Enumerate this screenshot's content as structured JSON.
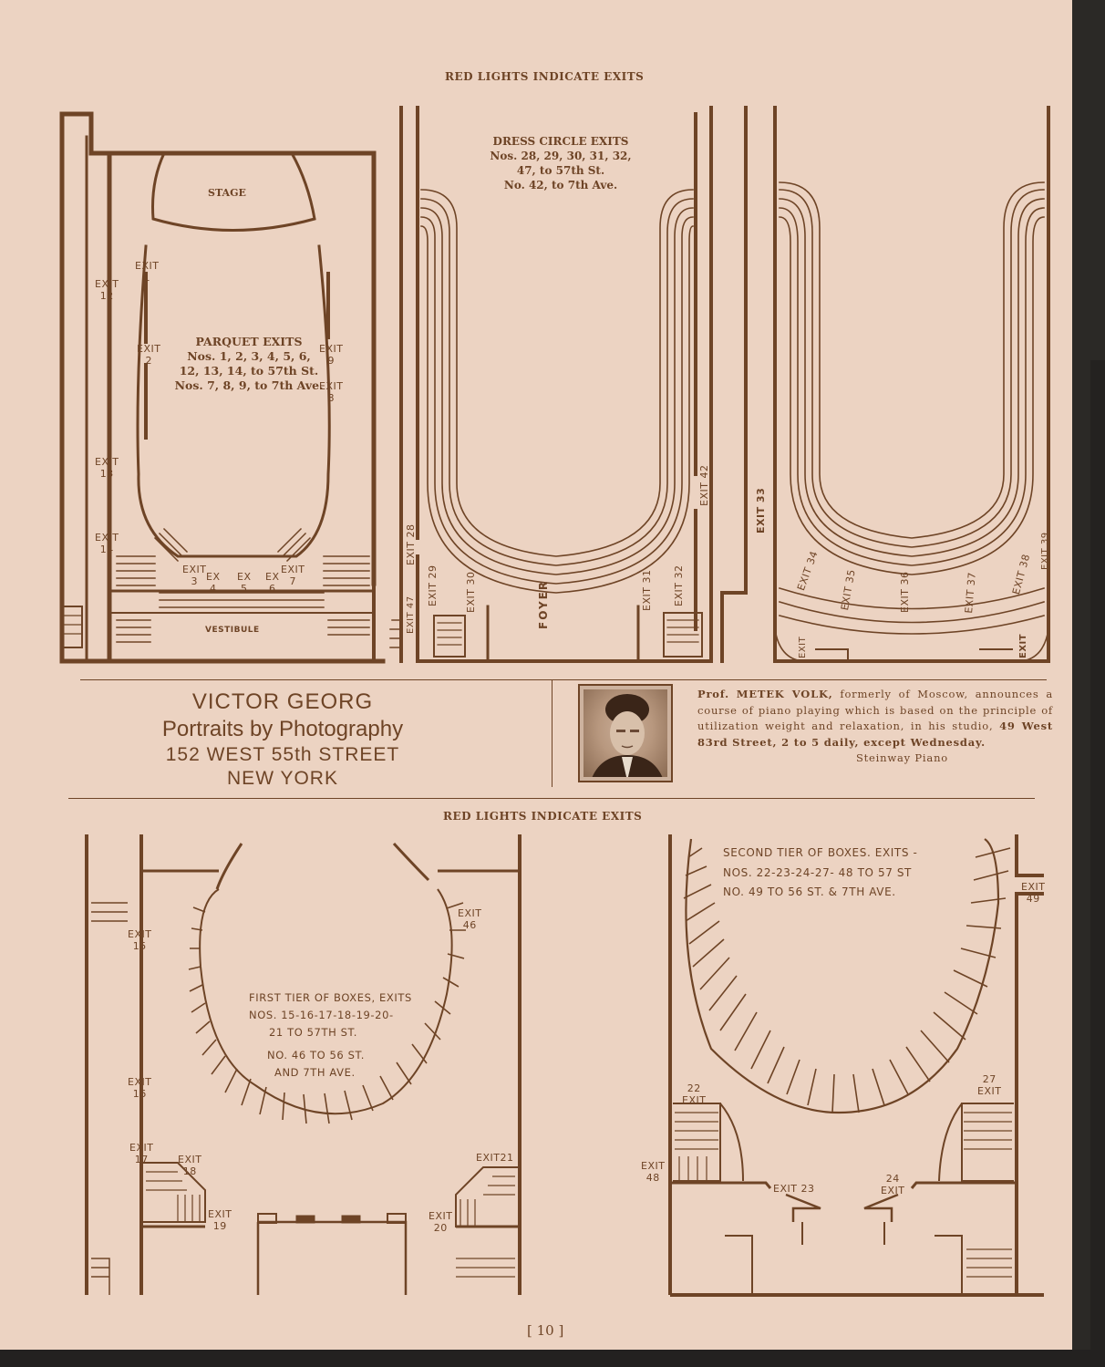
{
  "page": {
    "page_number": "[ 10 ]",
    "colors": {
      "paper": "#ecd3c2",
      "ink": "#6e4426",
      "background": "#2a2826"
    }
  },
  "top_section": {
    "header": "RED LIGHTS INDICATE EXITS",
    "parquet_plan": {
      "stage_label": "STAGE",
      "vestibule_label": "VESTIBULE",
      "title": "PARQUET EXITS",
      "lines": [
        "Nos. 1, 2, 3, 4, 5, 6,",
        "12, 13, 14, to 57th St.",
        "Nos. 7, 8, 9, to 7th Ave."
      ],
      "exits": [
        {
          "label": "EXIT",
          "num": "1"
        },
        {
          "label": "EXIT",
          "num": "2"
        },
        {
          "label": "EXIT",
          "num": "3"
        },
        {
          "label": "EX",
          "num": "4"
        },
        {
          "label": "EX",
          "num": "5"
        },
        {
          "label": "EX",
          "num": "6"
        },
        {
          "label": "EXIT",
          "num": "7"
        },
        {
          "label": "EXIT",
          "num": "8"
        },
        {
          "label": "EXIT",
          "num": "9"
        },
        {
          "label": "EXIT",
          "num": "12"
        },
        {
          "label": "EXIT",
          "num": "13"
        },
        {
          "label": "EXIT",
          "num": "14"
        }
      ]
    },
    "dress_circle_plan": {
      "title": "DRESS CIRCLE EXITS",
      "lines": [
        "Nos. 28, 29, 30, 31, 32,",
        "47, to 57th St.",
        "No. 42, to 7th Ave."
      ],
      "foyer_label": "FOYER",
      "exits": [
        {
          "label": "EXIT",
          "num": "28"
        },
        {
          "label": "EXIT",
          "num": "29"
        },
        {
          "label": "EXIT",
          "num": "30"
        },
        {
          "label": "EXIT",
          "num": "31"
        },
        {
          "label": "EXIT",
          "num": "32"
        },
        {
          "label": "EXIT",
          "num": "42"
        },
        {
          "label": "EXIT",
          "num": "47"
        }
      ]
    },
    "balcony_plan": {
      "exits": [
        {
          "label": "EXIT",
          "num": "33"
        },
        {
          "label": "EXIT",
          "num": "34"
        },
        {
          "label": "EXIT",
          "num": "35"
        },
        {
          "label": "EXIT",
          "num": "36"
        },
        {
          "label": "EXIT",
          "num": "37"
        },
        {
          "label": "EXIT",
          "num": "38"
        },
        {
          "label": "EXIT",
          "num": "39"
        },
        {
          "label": "EXIT",
          "num": ""
        },
        {
          "label": "EXIT",
          "num": ""
        }
      ]
    }
  },
  "ads": {
    "georg": {
      "name": "VICTOR GEORG",
      "tagline": "Portraits by Photography",
      "address": "152 WEST 55th STREET",
      "city": "NEW YORK"
    },
    "volk": {
      "prefix": "Prof.",
      "name": "METEK VOLK,",
      "body1": "formerly of Moscow, announces a course of piano playing which is based on the principle of utilization weight and relaxation, in his studio,",
      "address": "49 West 83rd Street, 2 to 5 daily, except Wednesday.",
      "signature": "Steinway Piano",
      "photo_alt": "portrait-photo"
    }
  },
  "bottom_section": {
    "header": "RED LIGHTS INDICATE EXITS",
    "first_tier": {
      "lines": [
        "FIRST TIER OF BOXES, EXITS",
        "NOS. 15-16-17-18-19-20-",
        "21 TO 57TH ST.",
        "NO. 46 TO 56 ST.",
        "AND 7TH AVE."
      ],
      "exits": [
        {
          "label": "EXIT",
          "num": "15"
        },
        {
          "label": "EXIT",
          "num": "16"
        },
        {
          "label": "EXIT",
          "num": "17"
        },
        {
          "label": "EXIT",
          "num": "18"
        },
        {
          "label": "EXIT",
          "num": "19"
        },
        {
          "label": "EXIT",
          "num": "20"
        },
        {
          "label": "EXIT",
          "num": "21"
        },
        {
          "label": "EXIT",
          "num": "46"
        }
      ]
    },
    "second_tier": {
      "lines": [
        "SECOND TIER OF BOXES. EXITS -",
        "NOS. 22-23-24-27- 48 TO 57 ST",
        "NO. 49 TO 56 ST. & 7TH AVE."
      ],
      "exits": [
        {
          "label": "EXIT",
          "num": "22"
        },
        {
          "label": "EXIT",
          "num": "23"
        },
        {
          "label": "EXIT",
          "num": "24"
        },
        {
          "label": "EXIT",
          "num": "27"
        },
        {
          "label": "EXIT",
          "num": "48"
        },
        {
          "label": "EXIT",
          "num": "49"
        }
      ]
    }
  }
}
